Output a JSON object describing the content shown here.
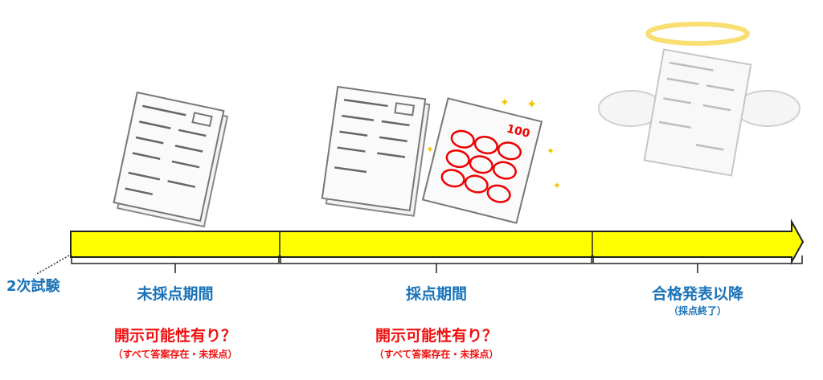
{
  "start_label": "2次試験",
  "phases": [
    {
      "label": "未採点期間",
      "note": "開示可能性有り？",
      "note_sub": "（すべて答案存在・未採点）"
    },
    {
      "label": "採点期間",
      "note": "開示可能性有り？",
      "note_sub": "（すべて答案存在・未採点）"
    },
    {
      "label": "合格発表以降",
      "sub": "（採点終了）"
    }
  ],
  "score_text": "100",
  "colors": {
    "bar": "#ffff00",
    "label": "#1a73b8",
    "note": "#f01010"
  }
}
